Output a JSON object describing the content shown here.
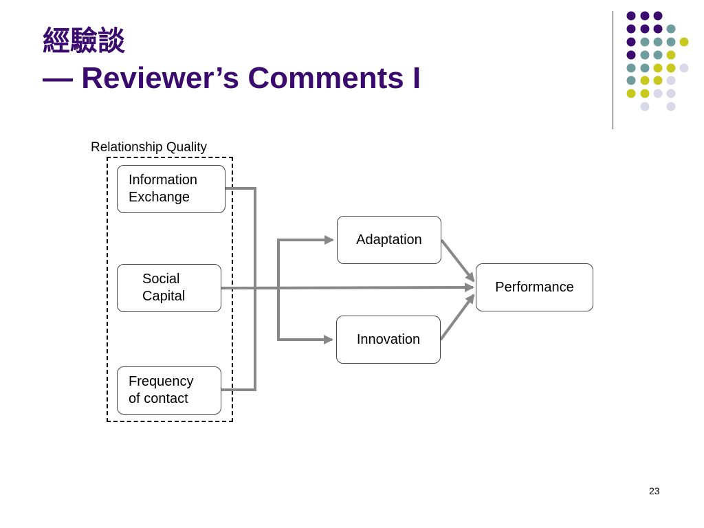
{
  "slide": {
    "title_line1": "經驗談",
    "title_line2": "— Reviewer’s Comments I",
    "page_number": "23"
  },
  "diagram": {
    "group_label": "Relationship Quality",
    "nodes": {
      "information_exchange": "Information\nExchange",
      "social_capital": "Social\nCapital",
      "frequency_of_contact": "Frequency\nof contact",
      "adaptation": "Adaptation",
      "innovation": "Innovation",
      "performance": "Performance"
    },
    "edges": [
      {
        "from": "information_exchange",
        "to": "adaptation"
      },
      {
        "from": "information_exchange",
        "to": "innovation"
      },
      {
        "from": "frequency_of_contact",
        "to": "adaptation"
      },
      {
        "from": "frequency_of_contact",
        "to": "innovation"
      },
      {
        "from": "social_capital",
        "to": "performance"
      },
      {
        "from": "adaptation",
        "to": "performance"
      },
      {
        "from": "innovation",
        "to": "performance"
      }
    ],
    "colors": {
      "arrow": "#888888",
      "title": "#3b0a6e"
    }
  },
  "decoration": {
    "dot_colors": {
      "purple": "#3b0a6e",
      "teal": "#6f9c9c",
      "yellow": "#c8c81e",
      "lavender": "#d8d8e8"
    }
  }
}
